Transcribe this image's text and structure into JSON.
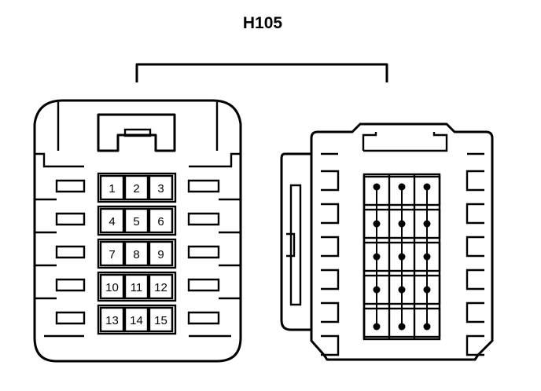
{
  "title": "H105",
  "female_connector": {
    "pins": [
      "1",
      "2",
      "3",
      "4",
      "5",
      "6",
      "7",
      "8",
      "9",
      "10",
      "11",
      "12",
      "13",
      "14",
      "15"
    ]
  },
  "male_connector": {
    "terminal_rows": 5,
    "terminal_cols": 3
  }
}
